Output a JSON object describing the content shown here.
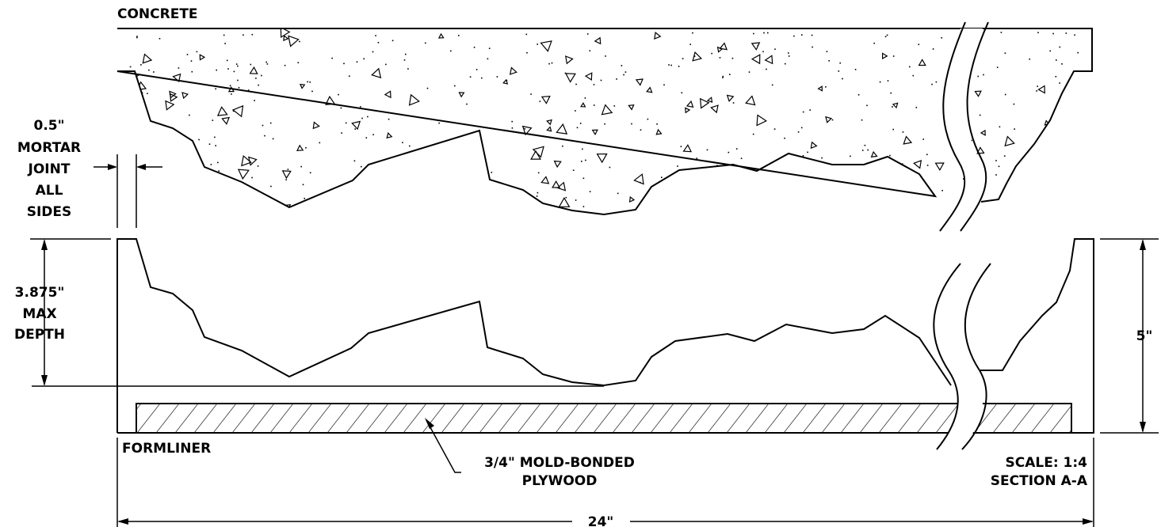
{
  "drawing": {
    "concrete_label": "CONCRETE",
    "mortar_label": [
      "0.5\"",
      "MORTAR",
      "JOINT",
      "ALL",
      "SIDES"
    ],
    "depth_label": [
      "3.875\"",
      "MAX",
      "DEPTH"
    ],
    "height_label": "5\"",
    "formliner_label": "FORMLINER",
    "plywood_label": [
      "3/4\" MOLD-BONDED",
      "PLYWOOD"
    ],
    "scale_label": "SCALE: 1:4",
    "section_label": "SECTION A-A",
    "width_label": "24\""
  }
}
